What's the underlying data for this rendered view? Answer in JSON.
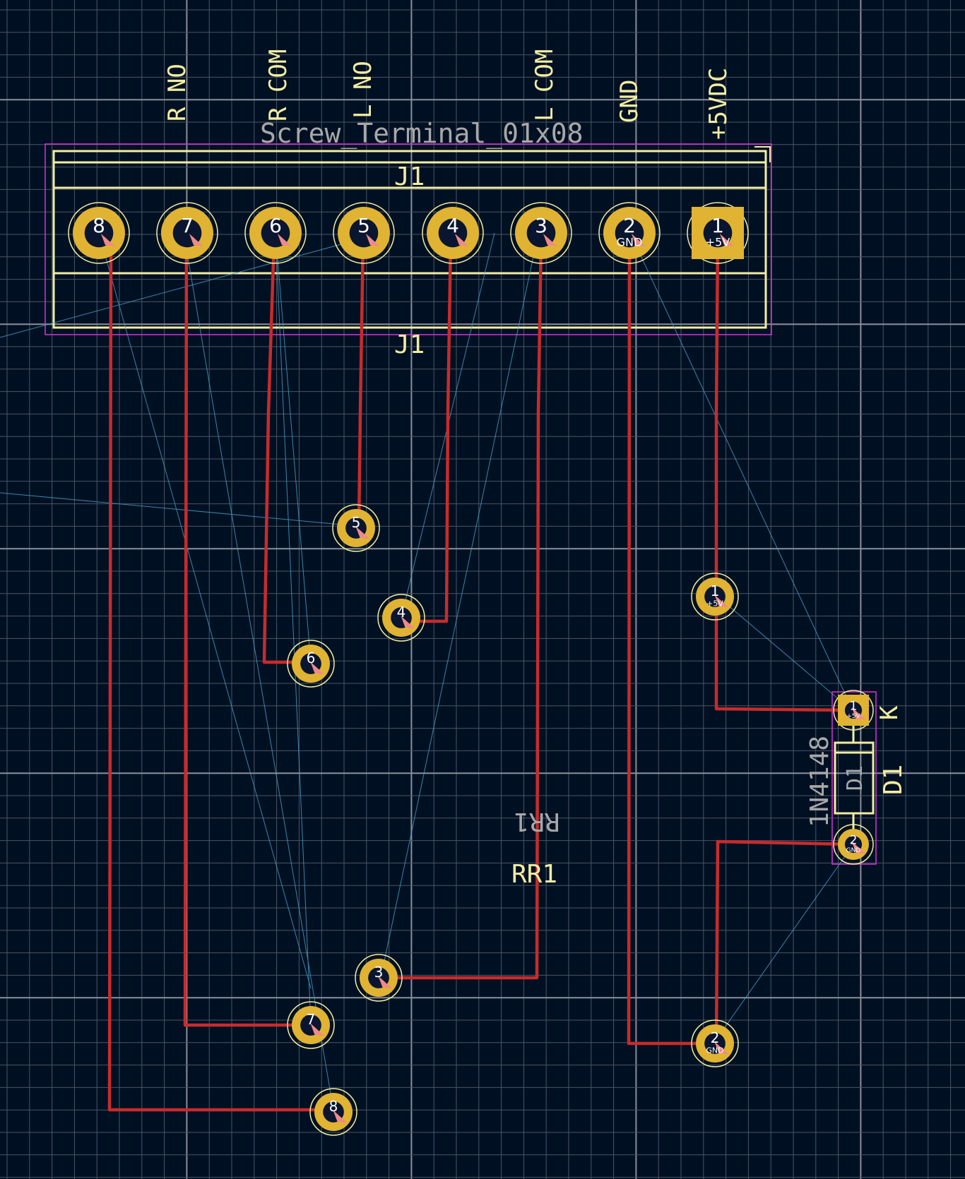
{
  "connector": {
    "value": "Screw_Terminal_01x08",
    "ref_top": "J1",
    "ref_bottom": "J1",
    "pad_numbers": [
      "8",
      "7",
      "6",
      "5",
      "4",
      "3",
      "2",
      "1"
    ],
    "pin_labels": [
      "R NO",
      "R COM",
      "L NO",
      "L COM",
      "GND",
      "+5VDC"
    ],
    "net_labels": {
      "gnd": "GND",
      "vcc": "+5V"
    }
  },
  "relay": {
    "ref_fab": "RR1",
    "ref_silk": "RR1",
    "pad_numbers": [
      "1",
      "2",
      "3",
      "4",
      "5",
      "6",
      "7",
      "8"
    ],
    "net_labels": {
      "vcc": "+5V",
      "gnd": "GND"
    }
  },
  "diode": {
    "value": "1N4148",
    "ref_silk": "D1",
    "ref_fab": "D1",
    "cathode_label": "K",
    "pad_numbers": [
      "1",
      "2"
    ],
    "net_labels": {
      "vcc": "+5V",
      "gnd": "GND"
    }
  },
  "colors": {
    "background": "#001023",
    "grid": "#4b5563",
    "grid_major": "#8a8f99",
    "copper_trace": "#c82b2b",
    "pad": "#e1b332",
    "pad_hole": "#0a1630",
    "silkscreen": "#f2eda1",
    "courtyard": "#d634d6",
    "ratsnest": "#4aa3c8",
    "fab_text": "#a8a8a8"
  }
}
